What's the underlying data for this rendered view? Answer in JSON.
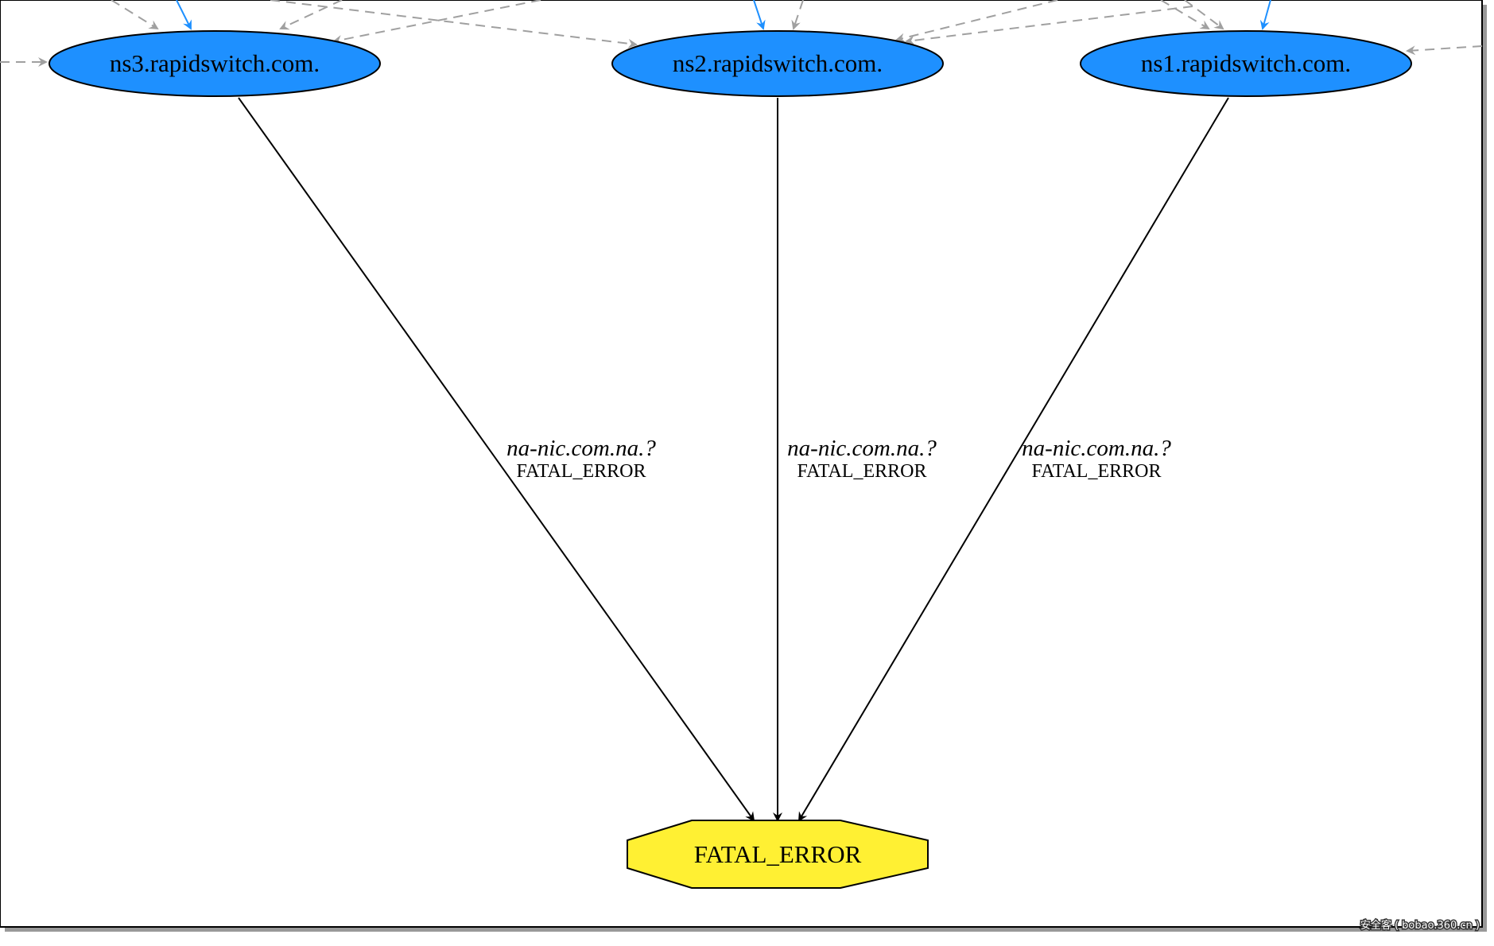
{
  "colors": {
    "server_node_fill": "#1E90FF",
    "error_node_fill": "#FFF033",
    "edge_black": "#000000",
    "edge_dashed_gray": "#A0A0A0",
    "edge_blue": "#1E90FF",
    "frame_shadow": "#999999"
  },
  "nodes": {
    "ns3": {
      "label": "ns3.rapidswitch.com.",
      "shape": "ellipse"
    },
    "ns2": {
      "label": "ns2.rapidswitch.com.",
      "shape": "ellipse"
    },
    "ns1": {
      "label": "ns1.rapidswitch.com.",
      "shape": "ellipse"
    },
    "fatal": {
      "label": "FATAL_ERROR",
      "shape": "octagon"
    }
  },
  "edges": [
    {
      "from": "ns3",
      "to": "fatal",
      "query": "na-nic.com.na.?",
      "status": "FATAL_ERROR"
    },
    {
      "from": "ns2",
      "to": "fatal",
      "query": "na-nic.com.na.?",
      "status": "FATAL_ERROR"
    },
    {
      "from": "ns1",
      "to": "fatal",
      "query": "na-nic.com.na.?",
      "status": "FATAL_ERROR"
    }
  ],
  "watermark": "安全客 ( bobao.360.cn )"
}
